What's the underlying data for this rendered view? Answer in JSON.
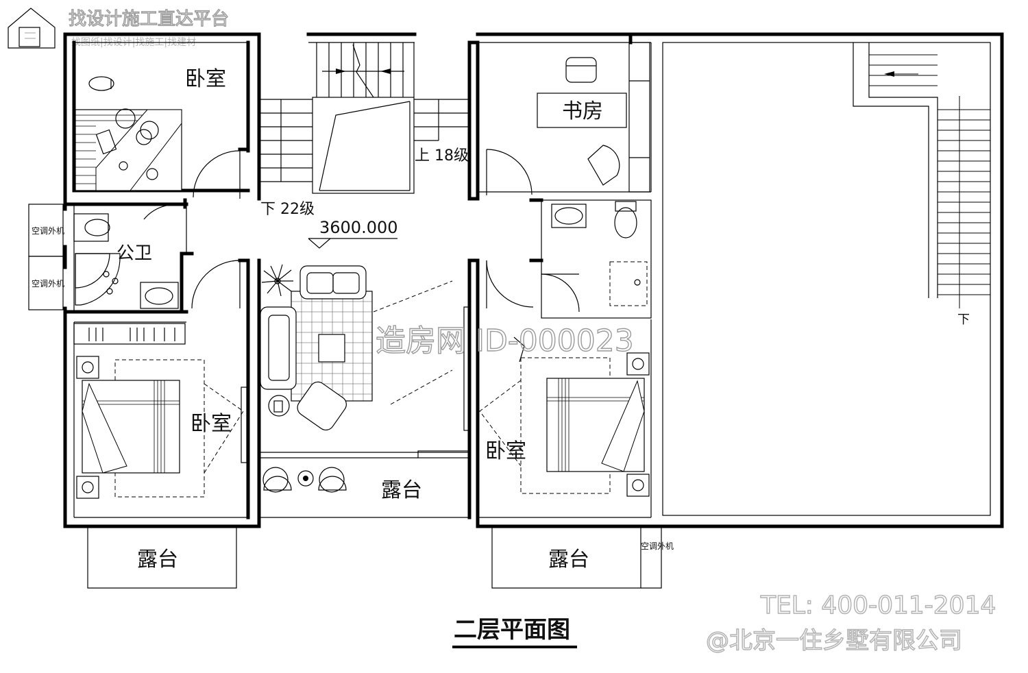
{
  "watermark": {
    "platform_title": "找设计施工直达平台",
    "platform_subtitle": "找图纸|找设计|找施工|找建材",
    "plan_id": "造房网 ID-000023"
  },
  "rooms": {
    "bedroom_nw": "卧室",
    "study": "书房",
    "public_bath": "公卫",
    "bedroom_sw": "卧室",
    "bedroom_se": "卧室",
    "terrace_center": "露台",
    "terrace_sw": "露台",
    "terrace_se": "露台"
  },
  "annotations": {
    "stair_down": "下 22级",
    "stair_up": "上 18级",
    "elevation": "3600.000",
    "stair_down_east": "下",
    "ac_unit_1": "空调外机",
    "ac_unit_2": "空调外机",
    "ac_unit_3": "空调外机"
  },
  "drawing_title": "二层平面图",
  "contact": {
    "tel": "TEL: 400-011-2014",
    "company": "@北京一住乡墅有限公司"
  }
}
